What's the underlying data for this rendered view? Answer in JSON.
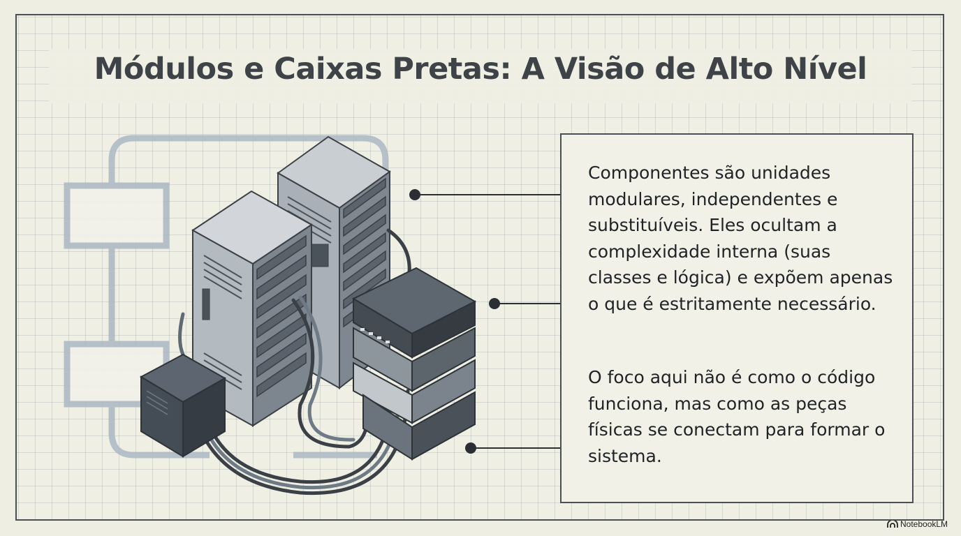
{
  "title": "Módulos e Caixas Pretas: A Visão de Alto Nível",
  "description": {
    "paragraph1": "Componentes são unidades modulares, independentes e substituíveis. Eles ocultam a complexidade interna (suas classes e lógica) e expõem apenas o que é estritamente necessário.",
    "paragraph2": "O foco aqui não é como o código funciona, mas como as peças físicas se conectam para formar o sistema."
  },
  "branding": {
    "label": "NotebookLM"
  },
  "icons": [
    "server-rack-icon",
    "network-switch-icon",
    "power-unit-icon",
    "notebooklm-logo-icon"
  ],
  "colors": {
    "background": "#efeee3",
    "frame": "#4a4f55",
    "title": "#3d4347",
    "text": "#1f2326"
  }
}
